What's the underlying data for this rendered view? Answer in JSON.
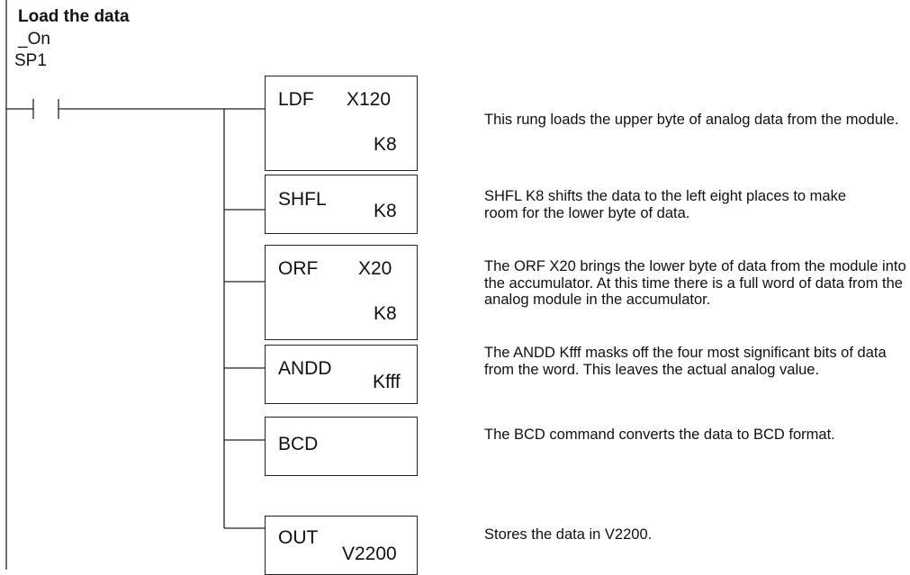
{
  "title": "Load the data",
  "contact": {
    "line1": "_On",
    "line2": "SP1"
  },
  "rungs": [
    {
      "mnemonic": "LDF",
      "operand_top": "X120",
      "operand_bottom": "K8",
      "description": "This rung loads the upper byte of analog data from the module."
    },
    {
      "mnemonic": "SHFL",
      "operand_top": "",
      "operand_bottom": "K8",
      "description": "SHFL K8 shifts the data to the left eight places to make room for the  lower byte of data."
    },
    {
      "mnemonic": "ORF",
      "operand_top": "X20",
      "operand_bottom": "K8",
      "description": "The ORF X20 brings the lower byte of data from the module into the accumulator. At this time there is a full word of data from the analog module in the accumulator."
    },
    {
      "mnemonic": "ANDD",
      "operand_top": "",
      "operand_bottom": "Kfff",
      "description": "The ANDD Kfff masks off the four most significant bits of data from the word. This leaves the actual analog value."
    },
    {
      "mnemonic": "BCD",
      "operand_top": "",
      "operand_bottom": "",
      "description": "The BCD command converts the data to BCD format."
    },
    {
      "mnemonic": "OUT",
      "operand_top": "",
      "operand_bottom": "V2200",
      "description": "Stores the data in V2200."
    }
  ]
}
